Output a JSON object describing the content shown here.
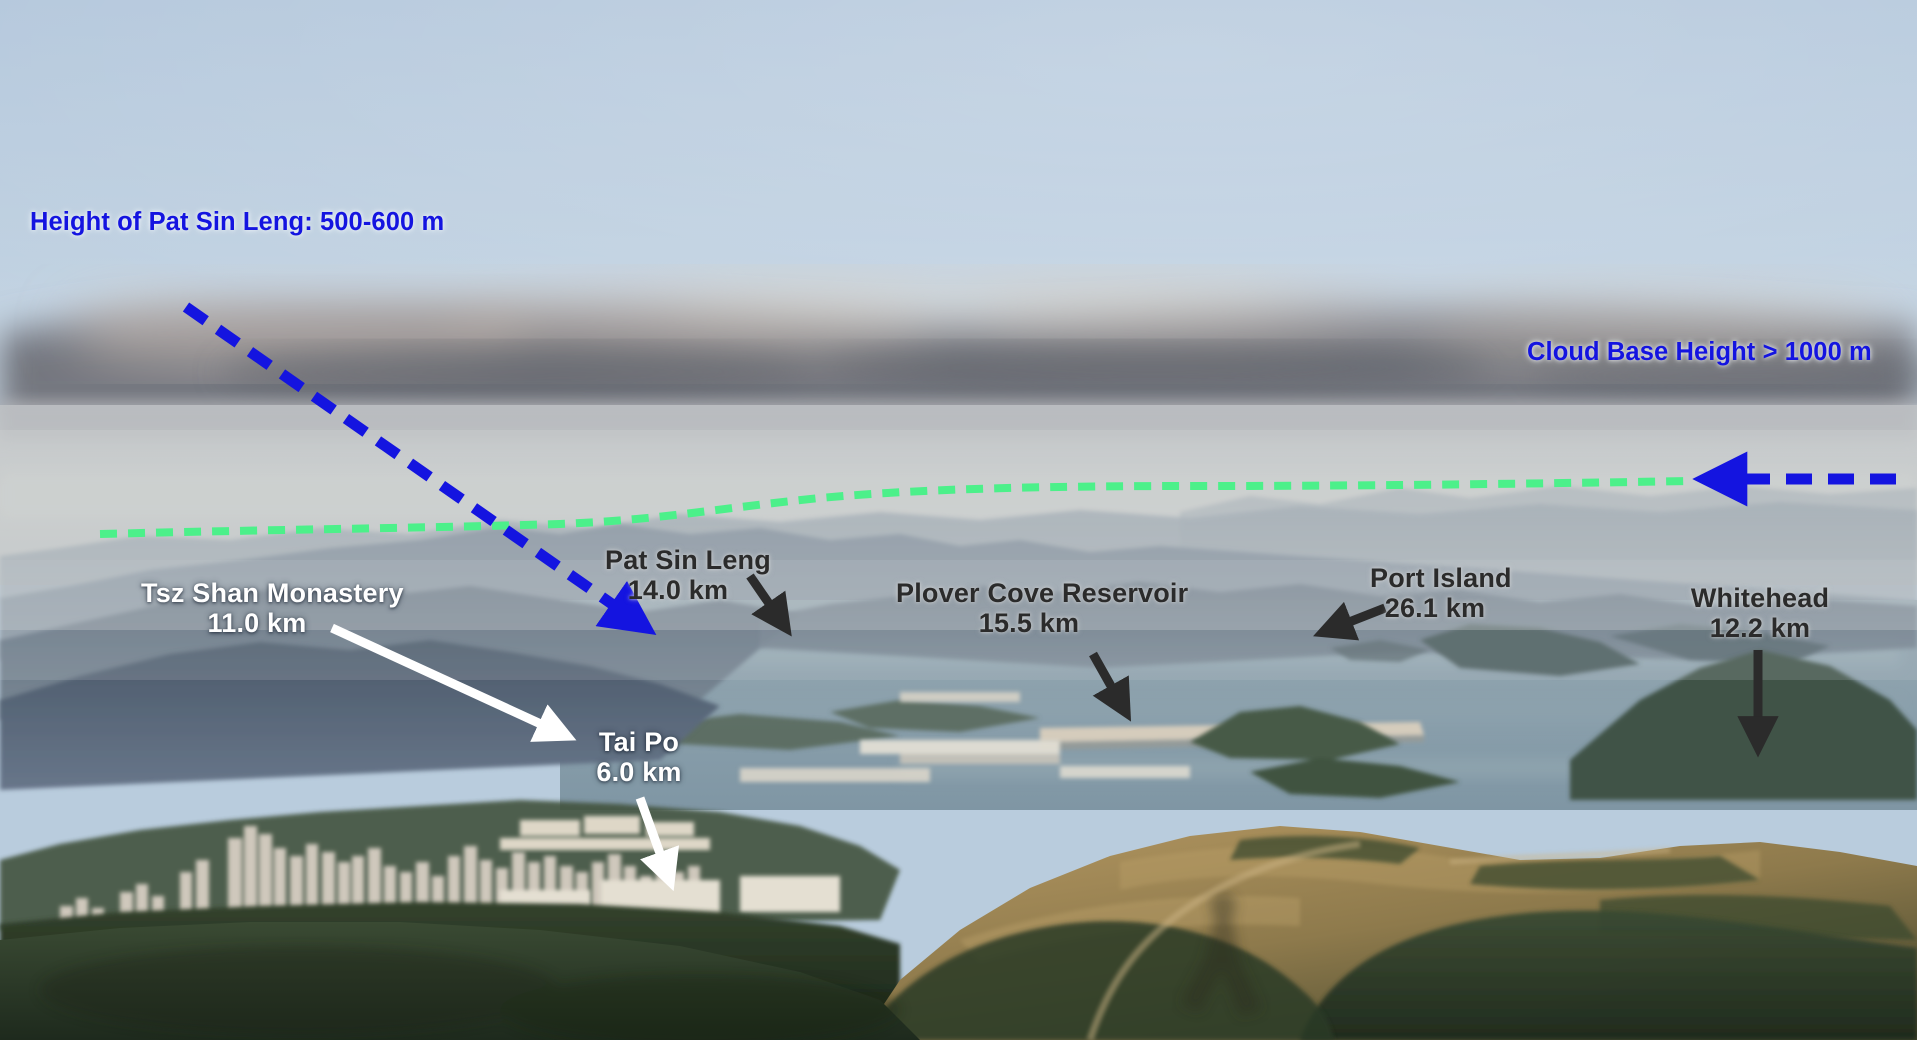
{
  "scene": {
    "kind": "annotated-landscape-photograph",
    "description": "Hazy panoramic view over Tolo Harbour, Hong Kong, from a hilltop, with meteorological and landmark annotations",
    "colors": {
      "sky_top": "#b6c9dc",
      "sky_low": "#ccd8e1",
      "cloud_dark": "#6f7280",
      "cloud_light": "#c9bdb7",
      "haze": "#c3c6c8",
      "ridge_far": "#8d9aa6",
      "ridge_mid": "#6f7f8e",
      "ridge_near": "#4d5c6b",
      "water": "#8fa3ad",
      "forest_dark": "#2c3a28",
      "grass_gold": "#9b8257",
      "city_light": "#cfc9bf",
      "annotation_blue": "#1414e0",
      "annotation_green": "#4cf08a",
      "annotation_white": "#ffffff",
      "annotation_dark": "#2b2b2b"
    }
  },
  "annotations": {
    "cloud_base": {
      "text": "Cloud Base Height > 1000 m",
      "color": "#1414e0",
      "arrow": "dashed-blue-arrow-left"
    },
    "pat_sin_leng_height": {
      "text": "Height of Pat Sin Leng: 500-600 m",
      "color": "#1414e0",
      "arrow": "dashed-blue-arrow-down-right"
    },
    "cloud_base_line": {
      "name": "green-dashed-cloud-base-line",
      "color": "#4cf08a"
    }
  },
  "landmarks": [
    {
      "id": "tsz-shan-monastery",
      "name": "Tsz Shan Monastery",
      "distance": "11.0 km",
      "style": "white",
      "arrow": "white-arrow-down-right"
    },
    {
      "id": "pat-sin-leng",
      "name": "Pat Sin Leng",
      "distance": "14.0 km",
      "style": "dark",
      "arrow": "dark-arrow-down-right"
    },
    {
      "id": "plover-cove-reservoir",
      "name": "Plover Cove Reservoir",
      "distance": "15.5 km",
      "style": "dark",
      "arrow": "dark-arrow-down-right"
    },
    {
      "id": "port-island",
      "name": "Port Island",
      "distance": "26.1 km",
      "style": "dark",
      "arrow": "dark-arrow-left"
    },
    {
      "id": "whitehead",
      "name": "Whitehead",
      "distance": "12.2 km",
      "style": "dark",
      "arrow": "dark-arrow-down"
    },
    {
      "id": "tai-po",
      "name": "Tai Po",
      "distance": "6.0 km",
      "style": "white",
      "arrow": "white-arrow-down"
    }
  ]
}
